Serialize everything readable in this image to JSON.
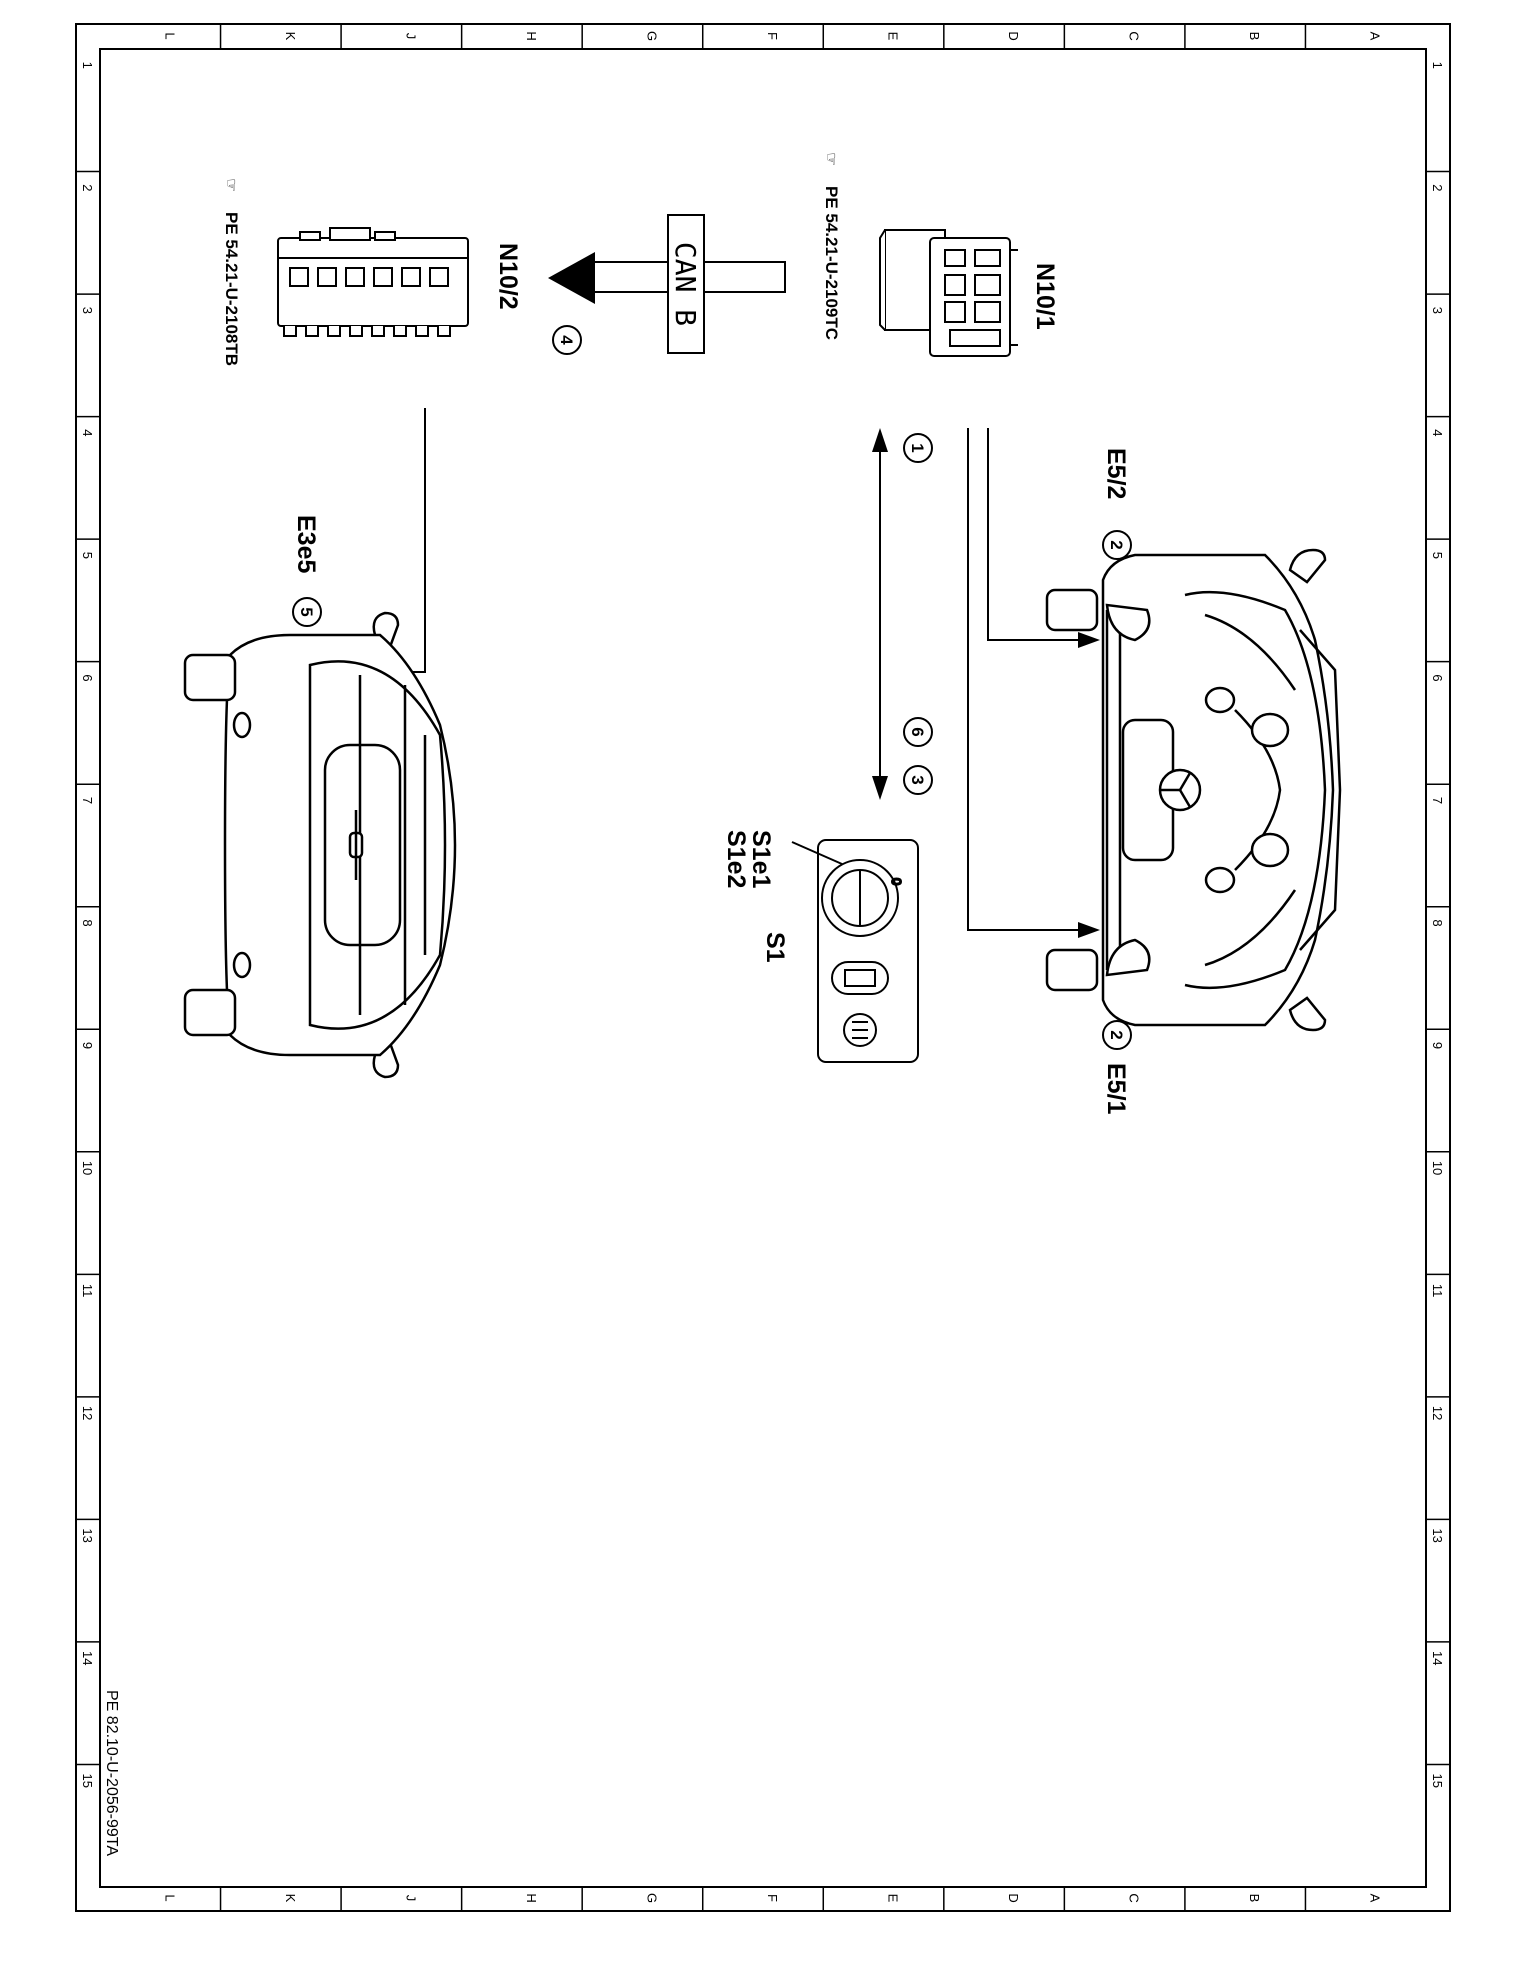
{
  "grid": {
    "letters": [
      "L",
      "K",
      "J",
      "H",
      "G",
      "F",
      "E",
      "D",
      "C",
      "B",
      "A"
    ],
    "numbers": [
      "1",
      "2",
      "3",
      "4",
      "5",
      "6",
      "7",
      "8",
      "9",
      "10",
      "11",
      "12",
      "13",
      "14",
      "15"
    ]
  },
  "labels": {
    "n10_1": "N10/1",
    "n10_2": "N10/2",
    "e5_2": "E5/2",
    "e5_1": "E5/1",
    "e3e5": "E3e5",
    "s1": "S1",
    "s1e1": "S1e1",
    "s1e2": "S1e2",
    "can_b": "CAN B"
  },
  "markers": [
    "1",
    "2",
    "2",
    "3",
    "4",
    "5",
    "6"
  ],
  "references": {
    "n10_1_ref": "PE 54.21-U-2109TC",
    "n10_2_ref": "PE 54.21-U-2108TB",
    "document_id": "PE 82.10-U-2056-99TA"
  },
  "icons": [
    "pointing-hand-icon",
    "mercedes-star-icon",
    "headlamp-symbol-icon"
  ]
}
